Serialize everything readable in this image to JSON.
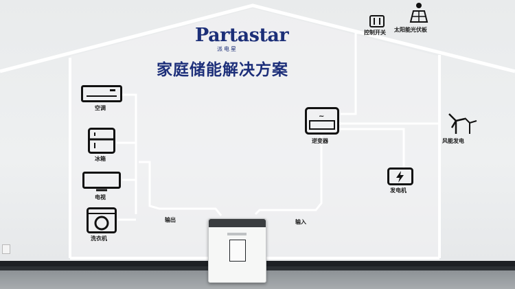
{
  "logo": {
    "brand": "Partastar",
    "subtitle": "派电星"
  },
  "headline": "家庭储能解决方案",
  "appliances": [
    {
      "label": "空调",
      "icon": "air-conditioner-icon"
    },
    {
      "label": "冰箱",
      "icon": "refrigerator-icon"
    },
    {
      "label": "电视",
      "icon": "television-icon"
    },
    {
      "label": "洗衣机",
      "icon": "washing-machine-icon"
    }
  ],
  "inverter": {
    "label": "逆变器",
    "icon": "inverter-icon"
  },
  "control_switch": {
    "label": "控制开关",
    "icon": "control-switch-icon"
  },
  "solar": {
    "label": "太阳能光伏板",
    "icon": "solar-panel-icon"
  },
  "wind": {
    "label": "风能发电",
    "icon": "wind-turbine-icon"
  },
  "generator": {
    "label": "发电机",
    "icon": "generator-icon"
  },
  "flow": {
    "output": "输出",
    "input": "输入"
  },
  "colors": {
    "brand_blue": "#1c2f78",
    "line": "#ffffff",
    "icon": "#111111"
  }
}
